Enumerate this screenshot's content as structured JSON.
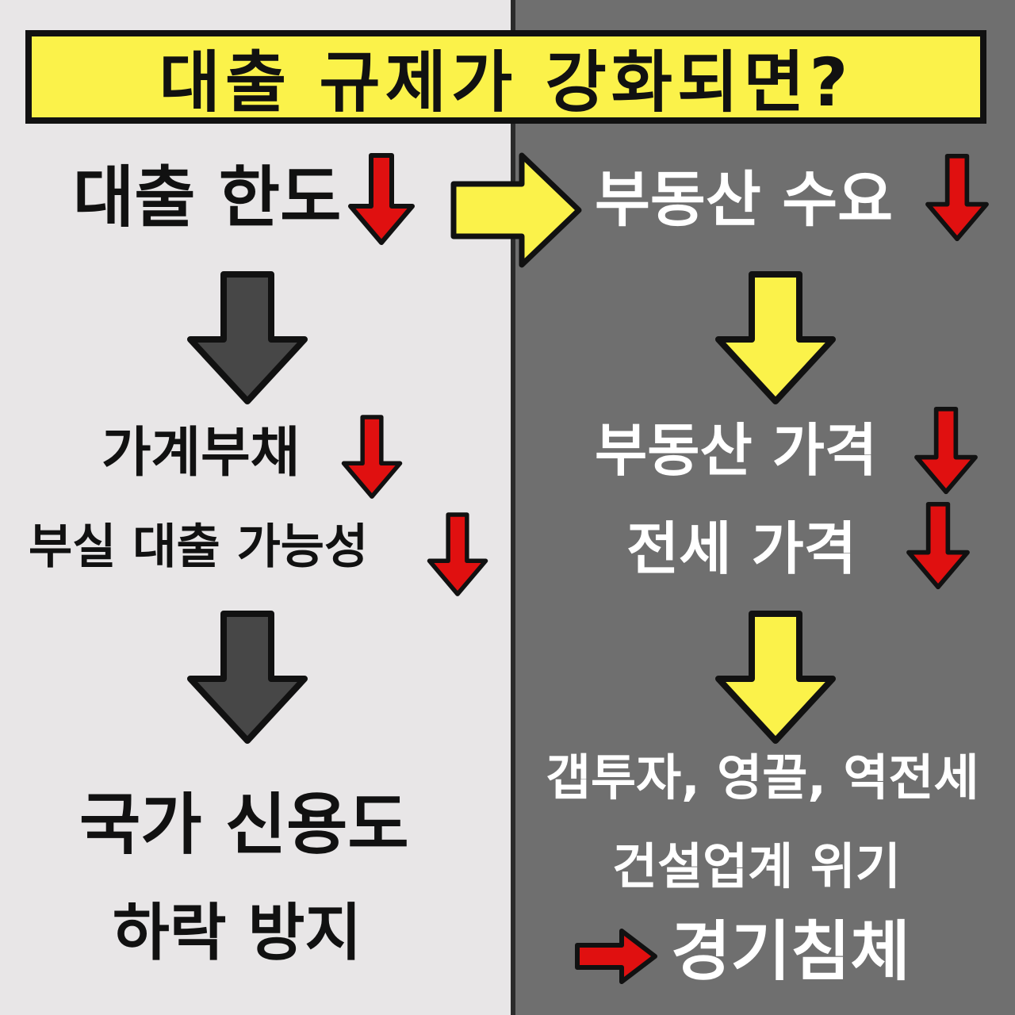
{
  "title": "대출 규제가 강화되면?",
  "left": {
    "loan_limit": "대출 한도",
    "household_debt": "가계부채",
    "bad_loan_possibility": "부실 대출 가능성",
    "credit_line1": "국가 신용도",
    "credit_line2": "하락 방지"
  },
  "right": {
    "real_estate_demand": "부동산 수요",
    "real_estate_price": "부동산 가격",
    "jeonse_price": "전세 가격",
    "risk_line1": "갭투자, 영끌, 역전세",
    "risk_line2": "건설업계 위기",
    "recession": "경기침체"
  },
  "colors": {
    "left_bg": "#e8e6e7",
    "right_bg": "#6f6f6f",
    "title_bg": "#fbf24a",
    "down_red": "#e01010",
    "arrow_dark": "#474747",
    "arrow_yellow": "#fbf24a"
  },
  "icons": {
    "decrease": "red-down-arrow-icon",
    "flow_left": "dark-down-arrow-icon",
    "flow_right": "yellow-down-arrow-icon",
    "link": "yellow-right-arrow-icon",
    "result": "red-right-arrow-icon"
  }
}
